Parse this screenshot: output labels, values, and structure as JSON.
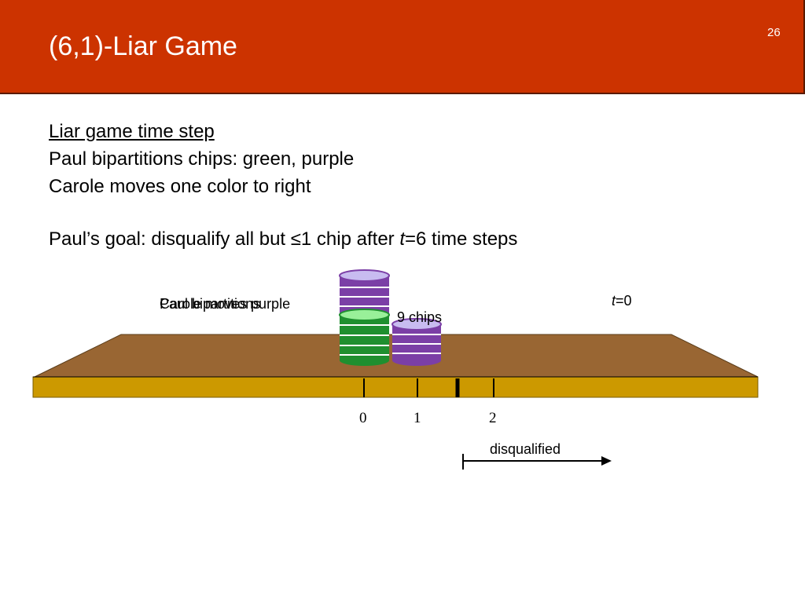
{
  "slide": {
    "title": "(6,1)-Liar Game",
    "page_number": "26"
  },
  "text": {
    "heading": "Liar game time step",
    "line1": "Paul bipartitions chips: green, purple",
    "line2": "Carole moves one color to right",
    "goal_prefix": "Paul’s goal: disqualify all but ≤1 chip after ",
    "goal_var": "t",
    "goal_suffix": "=6 time steps"
  },
  "scene": {
    "label_overlap_a": "Paul bipartitions",
    "label_overlap_b": "Carole moves purple",
    "chips_label": "9 chips",
    "time_var": "t",
    "time_value": "=0",
    "ticks": [
      "0",
      "1",
      "2"
    ],
    "disqualified_label": "disqualified"
  },
  "colors": {
    "header": "#cc3300",
    "table": "#996633",
    "board": "#cc9900",
    "chip_purple": "#7b3fa6",
    "chip_green": "#1f8f2f"
  }
}
